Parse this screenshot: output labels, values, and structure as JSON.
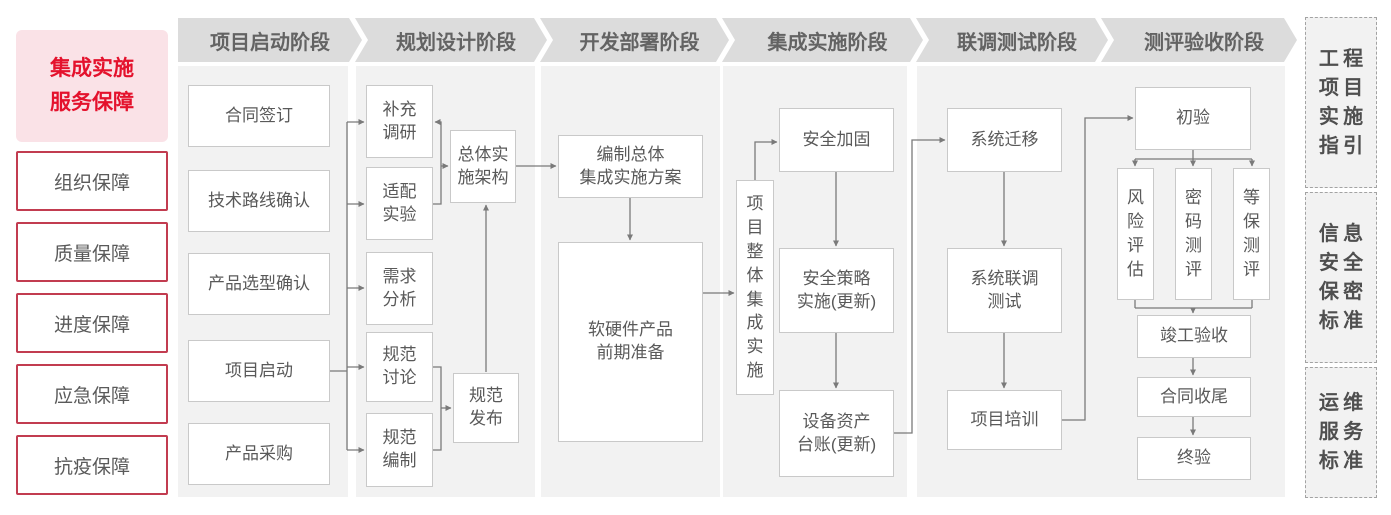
{
  "left_panel": {
    "title": "集成实施\n服务保障",
    "items": [
      "组织保障",
      "质量保障",
      "进度保障",
      "应急保障",
      "抗疫保障"
    ]
  },
  "phases": [
    "项目启动阶段",
    "规划设计阶段",
    "开发部署阶段",
    "集成实施阶段",
    "联调测试阶段",
    "测评验收阶段"
  ],
  "nodes": {
    "contract_sign": "合同签订",
    "tech_route_confirm": "技术路线确认",
    "product_select_confirm": "产品选型确认",
    "project_kickoff": "项目启动",
    "product_purchase": "产品采购",
    "supplement_research": "补充\n调研",
    "adaptation_experiment": "适配\n实验",
    "requirement_analysis": "需求\n分析",
    "spec_discussion": "规范\n讨论",
    "spec_compilation": "规范\n编制",
    "overall_architecture": "总体实\n施架构",
    "spec_release": "规范\n发布",
    "overall_plan": "编制总体\n集成实施方案",
    "product_preparation": "软硬件产品\n前期准备",
    "overall_integration": "项目整体集成实施",
    "security_hardening": "安全加固",
    "security_policy": "安全策略\n实施(更新)",
    "asset_ledger": "设备资产\n台账(更新)",
    "system_migration": "系统迁移",
    "joint_testing": "系统联调\n测试",
    "project_training": "项目培训",
    "initial_acceptance": "初验",
    "risk_assessment": "风险评估",
    "crypto_evaluation": "密码测评",
    "classified_protection_eval": "等保测评",
    "completion_acceptance": "竣工验收",
    "contract_closure": "合同收尾",
    "final_acceptance": "终验"
  },
  "right_panel": [
    {
      "label": "工程项目实施指引",
      "col1": "工项实指",
      "col2": "程目施引"
    },
    {
      "label": "信息安全保密标准",
      "col1": "信安保标",
      "col2": "息全密准"
    },
    {
      "label": "运维服务标准",
      "col1": "运服标",
      "col2": "维务准"
    }
  ],
  "colors": {
    "accent_red": "#e4122d",
    "accent_pink_bg": "#fae2e7",
    "guard_border_red": "#c23c50",
    "header_gray": "#dcdcdc",
    "panel_gray": "#f2f2f2",
    "node_border": "#c9c9c9",
    "text_gray": "#595959",
    "line_gray": "#7a7a7a"
  }
}
